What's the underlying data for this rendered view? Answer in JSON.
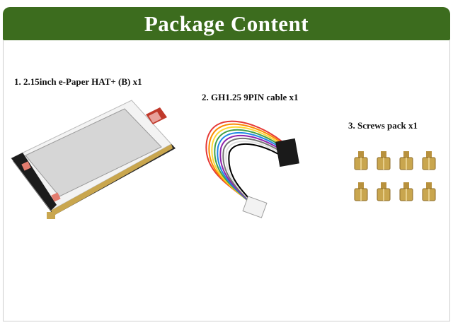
{
  "header": {
    "title": "Package Content"
  },
  "items": [
    {
      "label": "1. 2.15inch e-Paper HAT+ (B) x1"
    },
    {
      "label": "2. GH1.25 9PIN cable x1"
    },
    {
      "label": "3. Screws pack x1"
    }
  ],
  "colors": {
    "header_bg": "#3c6c1e",
    "header_text": "#ffffff",
    "brass": "#c9a64e"
  }
}
